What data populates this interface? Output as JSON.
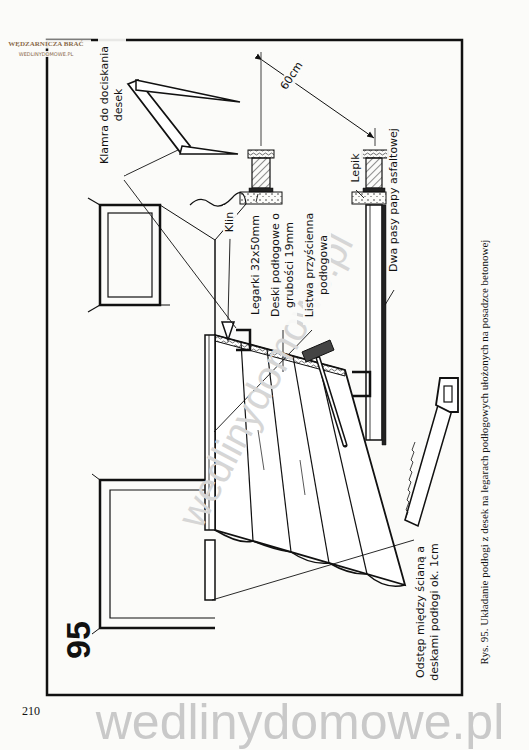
{
  "diagram": {
    "caption": "Rys. 95. Układanie podłogi z desek na legarach podłogowych ułożonych na posadzce betonowej",
    "labels": [
      "95",
      "Klamra do dociskania desek",
      "Klin",
      "Legarki 32x50mm",
      "Deski podłogowe o grubości 19mm",
      "Listwa przyścienna podłogowa",
      "60cm",
      "Lepik",
      "Dwa pasy papy asfaltowej",
      "Odstęp między ścianą a deskami podłogi ok. 1cm",
      "210",
      "WĘDZARNICZA BRAĆ",
      "WEDLINYDOMOWE.PL",
      "wedlinydomowe.pl",
      "wedlinydomowe.pl"
    ]
  }
}
